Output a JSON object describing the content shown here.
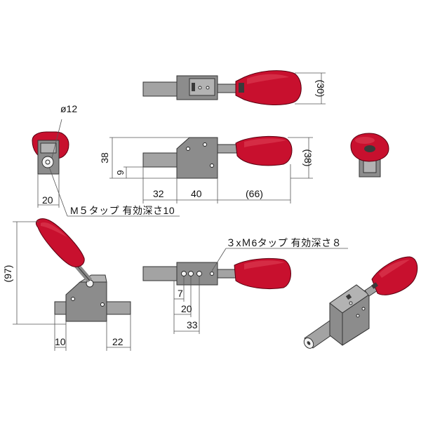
{
  "dimensions": {
    "top_height": "(30)",
    "diameter": "ø12",
    "side_width": "20",
    "front_height": "38",
    "front_offset": "9",
    "front_len_a": "32",
    "front_len_b": "40",
    "front_handle": "(66)",
    "right_height": "(38)",
    "open_height": "(97)",
    "open_left": "10",
    "open_right": "22",
    "hole_a": "7",
    "hole_b": "20",
    "hole_c": "33"
  },
  "notes": {
    "m5_tap": "M５タップ 有効深さ10",
    "m6_tap": "３xＭ6タップ 有効深さ８"
  },
  "colors": {
    "handle": "#c8102e",
    "body": "#8c8c8c",
    "rod": "#a3a3a3"
  }
}
